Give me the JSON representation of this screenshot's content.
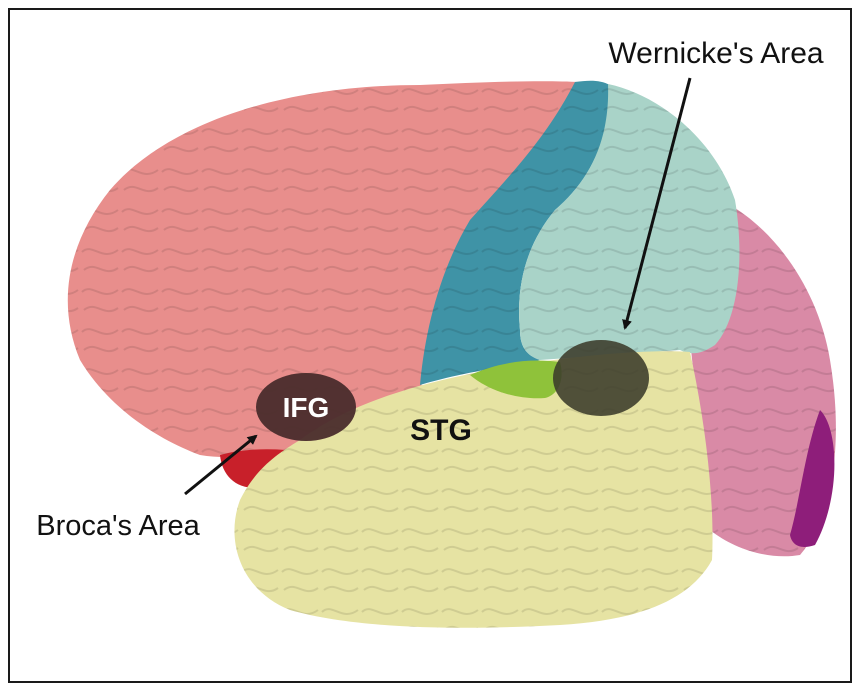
{
  "labels": {
    "wernicke": "Wernicke's Area",
    "broca": "Broca's Area",
    "ifg": "IFG",
    "stg": "STG"
  },
  "colors": {
    "frontal_lobe": "#e88e8c",
    "motor_strip": "#3f93a6",
    "parietal_lobe": "#a9d3c8",
    "occipital_lobe": "#d98aa6",
    "occipital_tip": "#8e1e7a",
    "temporal_lobe": "#e6e3a3",
    "green_patch": "#8fc23a",
    "red_patch": "#c8202a",
    "wernicke_marker": "#3b3b2a",
    "broca_marker": "#4a2c2c",
    "frame_border": "#1a1a1a"
  }
}
